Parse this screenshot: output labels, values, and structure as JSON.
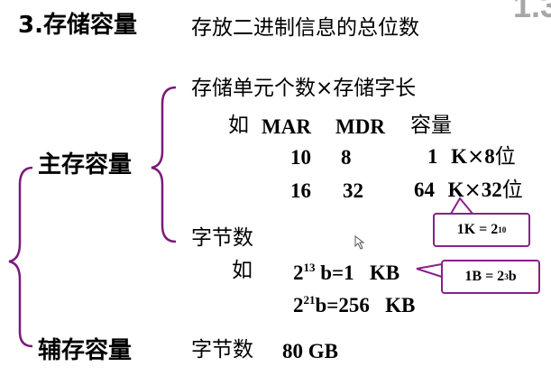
{
  "corner_page_number": "1.3",
  "section": {
    "title": "3.存储容量",
    "definition": "存放二进制信息的总位数"
  },
  "main_memory": {
    "label": "主存容量",
    "formula1": "存储单元个数×存储字长",
    "table": {
      "ru": "如",
      "headers": [
        "MAR",
        "MDR",
        "容量"
      ],
      "rows": [
        {
          "mar": "10",
          "mdr": "8",
          "cap_num": "1",
          "cap_unit": "K",
          "cap_times": "×",
          "cap_bits": "8",
          "cap_wei": "位"
        },
        {
          "mar": "16",
          "mdr": "32",
          "cap_num": "64",
          "cap_unit": "K",
          "cap_times": "×",
          "cap_bits": "32",
          "cap_wei": "位"
        }
      ]
    },
    "callout1": {
      "base": "1K = 2",
      "exp": "10"
    },
    "formula2": "字节数",
    "example": {
      "ru": "如",
      "line1": {
        "base": "2",
        "exp": "13",
        "rest": " b=1   KB"
      },
      "line2": {
        "base": "2",
        "exp": "21",
        "rest": "b=256   KB"
      }
    },
    "callout2": {
      "base": "1B = 2",
      "exp": "3",
      "suffix": "b"
    }
  },
  "aux_memory": {
    "label": "辅存容量",
    "formula_label": "字节数",
    "value": "80 GB"
  }
}
